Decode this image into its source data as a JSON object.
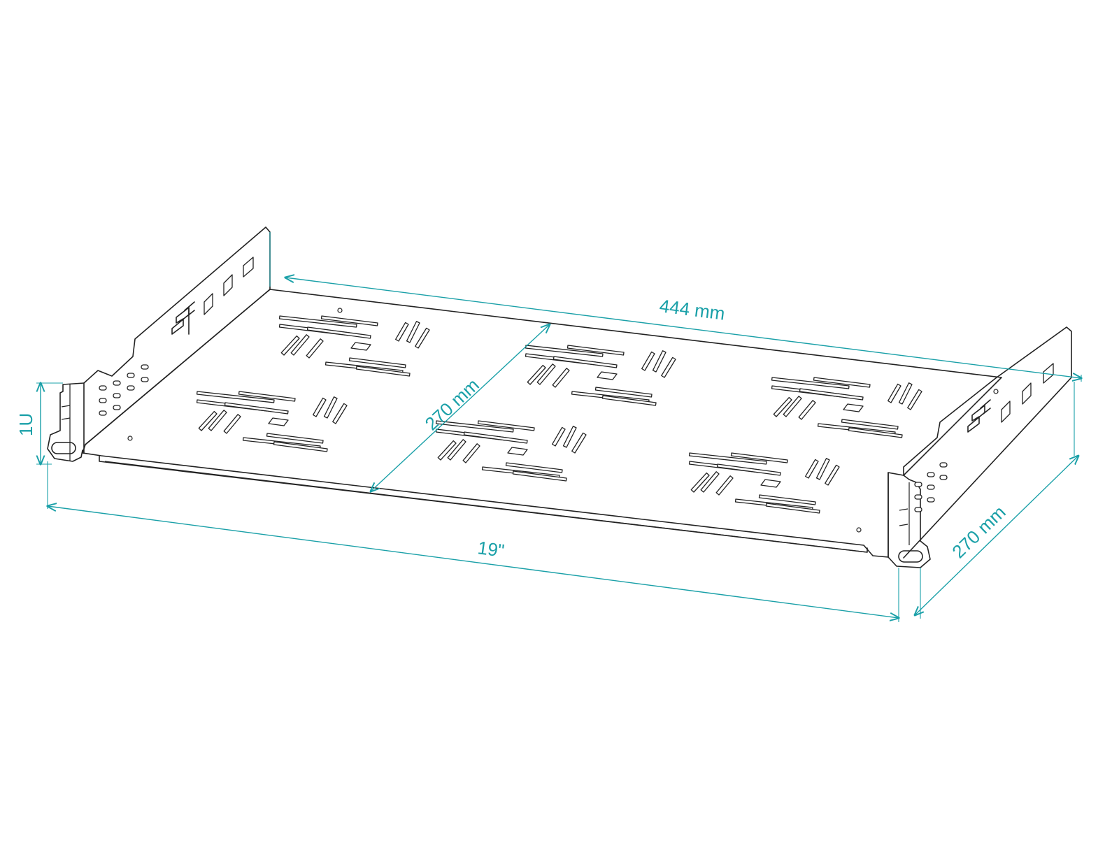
{
  "colors": {
    "dimension": "#1aa0a8",
    "outline": "#222222",
    "background": "#ffffff"
  },
  "dimensions": {
    "width_mm": "444 mm",
    "depth_mm_diagonal": "270 mm",
    "depth_mm_side": "270 mm",
    "rack_width": "19\"",
    "height": "1U"
  },
  "logo": {
    "text": "SF"
  },
  "slot_groups": [
    {
      "id": "left-back"
    },
    {
      "id": "left-front"
    },
    {
      "id": "center-back"
    },
    {
      "id": "center-front"
    },
    {
      "id": "right-back"
    },
    {
      "id": "right-front"
    }
  ]
}
